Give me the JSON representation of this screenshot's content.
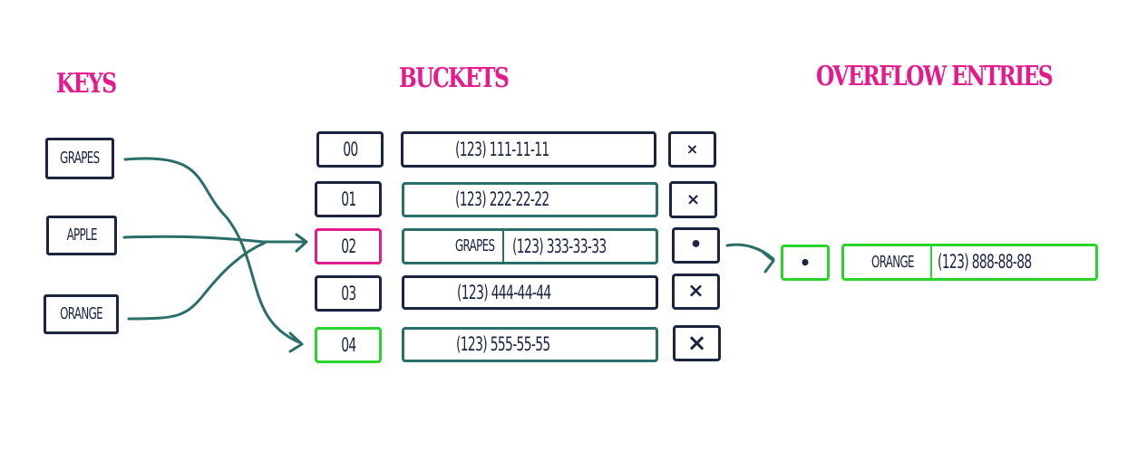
{
  "headings": {
    "keys": "KEYS",
    "buckets": "BUCKETS",
    "overflow": "OVERFLOW ENTRIES"
  },
  "keys": [
    "GRAPES",
    "APPLE",
    "ORANGE"
  ],
  "buckets": [
    {
      "index": "00",
      "value": "(123) 111-11-11",
      "pointer": "×"
    },
    {
      "index": "01",
      "value": "(123) 222-22-22",
      "pointer": "×"
    },
    {
      "index": "02",
      "key": "GRAPES",
      "value": "(123) 333-33-33",
      "pointer": "•"
    },
    {
      "index": "03",
      "value": "(123) 444-44-44",
      "pointer": "×"
    },
    {
      "index": "04",
      "value": "(123) 555-55-55",
      "pointer": "×"
    }
  ],
  "overflow": {
    "pointer": "•",
    "key": "ORANGE",
    "value": "(123) 888-88-88"
  },
  "colors": {
    "heading": "#e51a8c",
    "outline": "#1b2440",
    "teal": "#2a6e6b",
    "pink": "#e51a8c",
    "green": "#2bd42b"
  }
}
